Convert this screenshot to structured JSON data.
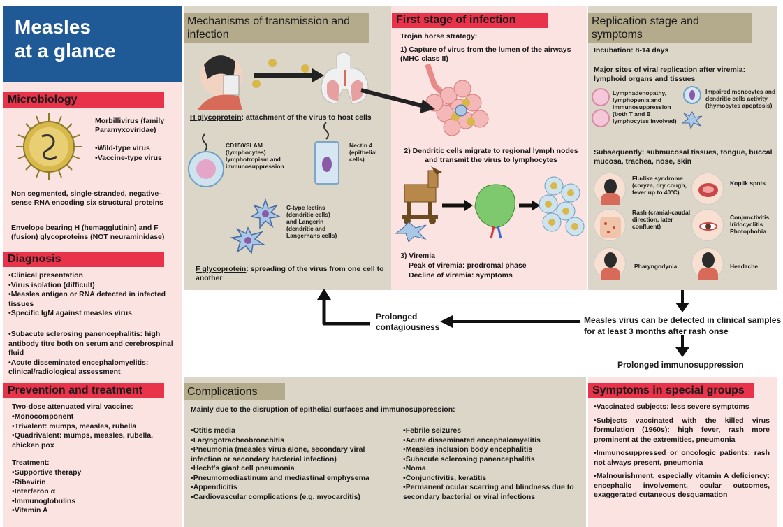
{
  "title": {
    "line1": "Measles",
    "line2": "at a glance"
  },
  "microbiology": {
    "heading": "Microbiology",
    "family_line1": "Morbillivirus (family",
    "family_line2": "Paramyxoviridae)",
    "types": [
      "Wild-type virus",
      "Vaccine-type virus"
    ],
    "rna_text": "Non segmented, single-stranded, negative-sense RNA encoding six structural proteins",
    "envelope_text": "Envelope bearing H (hemagglutinin) and F (fusion) glycoproteins (NOT neuraminidase)"
  },
  "diagnosis": {
    "heading": "Diagnosis",
    "items1": [
      "Clinical presentation",
      "Virus isolation (difficult)",
      "Measles antigen or RNA detected in infected tissues",
      "Specific IgM against measles virus"
    ],
    "items2": [
      "Subacute sclerosing panencephalitis: high antibody titre both on serum and cerebrospinal fluid",
      "Acute disseminated encephalomyelitis: clinical/radiological assessment"
    ]
  },
  "prevention": {
    "heading": "Prevention and treatment",
    "vaccine_intro": "Two-dose attenuated viral vaccine:",
    "vaccine_items": [
      "Monocomponent",
      "Trivalent: mumps, measles, rubella",
      "Quadrivalent: mumps, measles, rubella, chicken pox"
    ],
    "treatment_intro": "Treatment:",
    "treatment_items": [
      "Supportive therapy",
      "Ribavirin",
      "Interferon α",
      "Immunoglobulins",
      "Vitamin A"
    ]
  },
  "mechanisms": {
    "heading": "Mechanisms of transmission and infection",
    "h_glyco_label": "H glycoprotein",
    "h_glyco_text": ": attachment of the virus to host cells",
    "cd150": "CD150/SLAM (lymphocytes) lymphotropism and immunosuppression",
    "nectin": "Nectin 4 (epithelial cells)",
    "lectins": "C-type lectins (dendritic cells) and Langerin (dendritic and Langerhans cells)",
    "f_glyco_label": "F glycoprotein",
    "f_glyco_text": ": spreading of the virus from one cell to another"
  },
  "first_stage": {
    "heading": "First stage of infection",
    "trojan": "Trojan horse strategy:",
    "step1": "1) Capture of virus from the lumen of the airways (MHC class II)",
    "step2": "2) Dendritic cells migrate to regional lymph nodes and transmit the virus to lymphocytes",
    "step3": "3) Viremia",
    "peak": "Peak of viremia: prodromal phase",
    "decline": "Decline of viremia: symptoms"
  },
  "replication": {
    "heading": "Replication stage and symptoms",
    "incubation": "Incubation: 8-14 days",
    "major_sites": "Major sites of viral replication after viremia: lymphoid organs and tissues",
    "lymph": "Lymphadenopathy, lymphopenia and immunosuppression (both T and B lymphocytes involved)",
    "impaired": "Impaired monocytes and dendritic cells activity (thymocytes apoptosis)",
    "subsequently": "Subsequently: submucosal tissues, tongue, buccal mucosa, trachea, nose, skin",
    "flu": "Flu-like syndrome (coryza, dry cough, fever up to 40°C)",
    "koplik": "Koplik spots",
    "rash": "Rash (cranial-caudal direction, later confluent)",
    "conj": "Conjunctivitis Iridocyclitis Photophobia",
    "pharyn": "Pharyngodynia",
    "headache": "Headache"
  },
  "middle": {
    "prolonged_contag": "Prolonged contagiousness",
    "detected": "Measles virus can be detected in clinical samples for at least 3 months after rash onse",
    "prolonged_immuno": "Prolonged immunosuppression"
  },
  "complications": {
    "heading": "Complications",
    "intro": "Mainly due to the disruption of epithelial surfaces and immunosuppression:",
    "col1": [
      "Otitis media",
      "Laryngotracheobronchitis",
      "Pneumonia (measles virus alone, secondary viral infection or secondary bacterial infection)",
      "Hecht's giant cell pneumonia",
      "Pneumomediastinum and mediastinal emphysema",
      "Appendicitis",
      "Cardiovascular complications (e.g. myocarditis)"
    ],
    "col2": [
      "Febrile seizures",
      "Acute disseminated encephalomyelitis",
      "Measles inclusion body encephalitis",
      "Subacute sclerosing panencephalitis",
      "Noma",
      "Conjunctivitis, keratitis",
      "Permanent ocular scarring and blindness due to secondary bacterial or viral infections"
    ]
  },
  "special": {
    "heading": "Symptoms in special groups",
    "items": [
      "Vaccinated subjects: less severe symptoms",
      "Subjects vaccinated with the killed virus formulation (1960s): high fever, rash more prominent at the extremities, pneumonia",
      "Immunosuppressed or oncologic patients: rash not always present, pneumonia",
      "Malnourishment, especially vitamin A deficiency: encephalic involvement, ocular outcomes, exaggerated cutaneous desquamation"
    ]
  },
  "colors": {
    "title_bg": "#1f5a96",
    "red_tag": "#e8334a",
    "olive_tag": "#b4ab8c",
    "pink_panel": "#fbe3e1",
    "beige_panel": "#dcd6c8"
  }
}
